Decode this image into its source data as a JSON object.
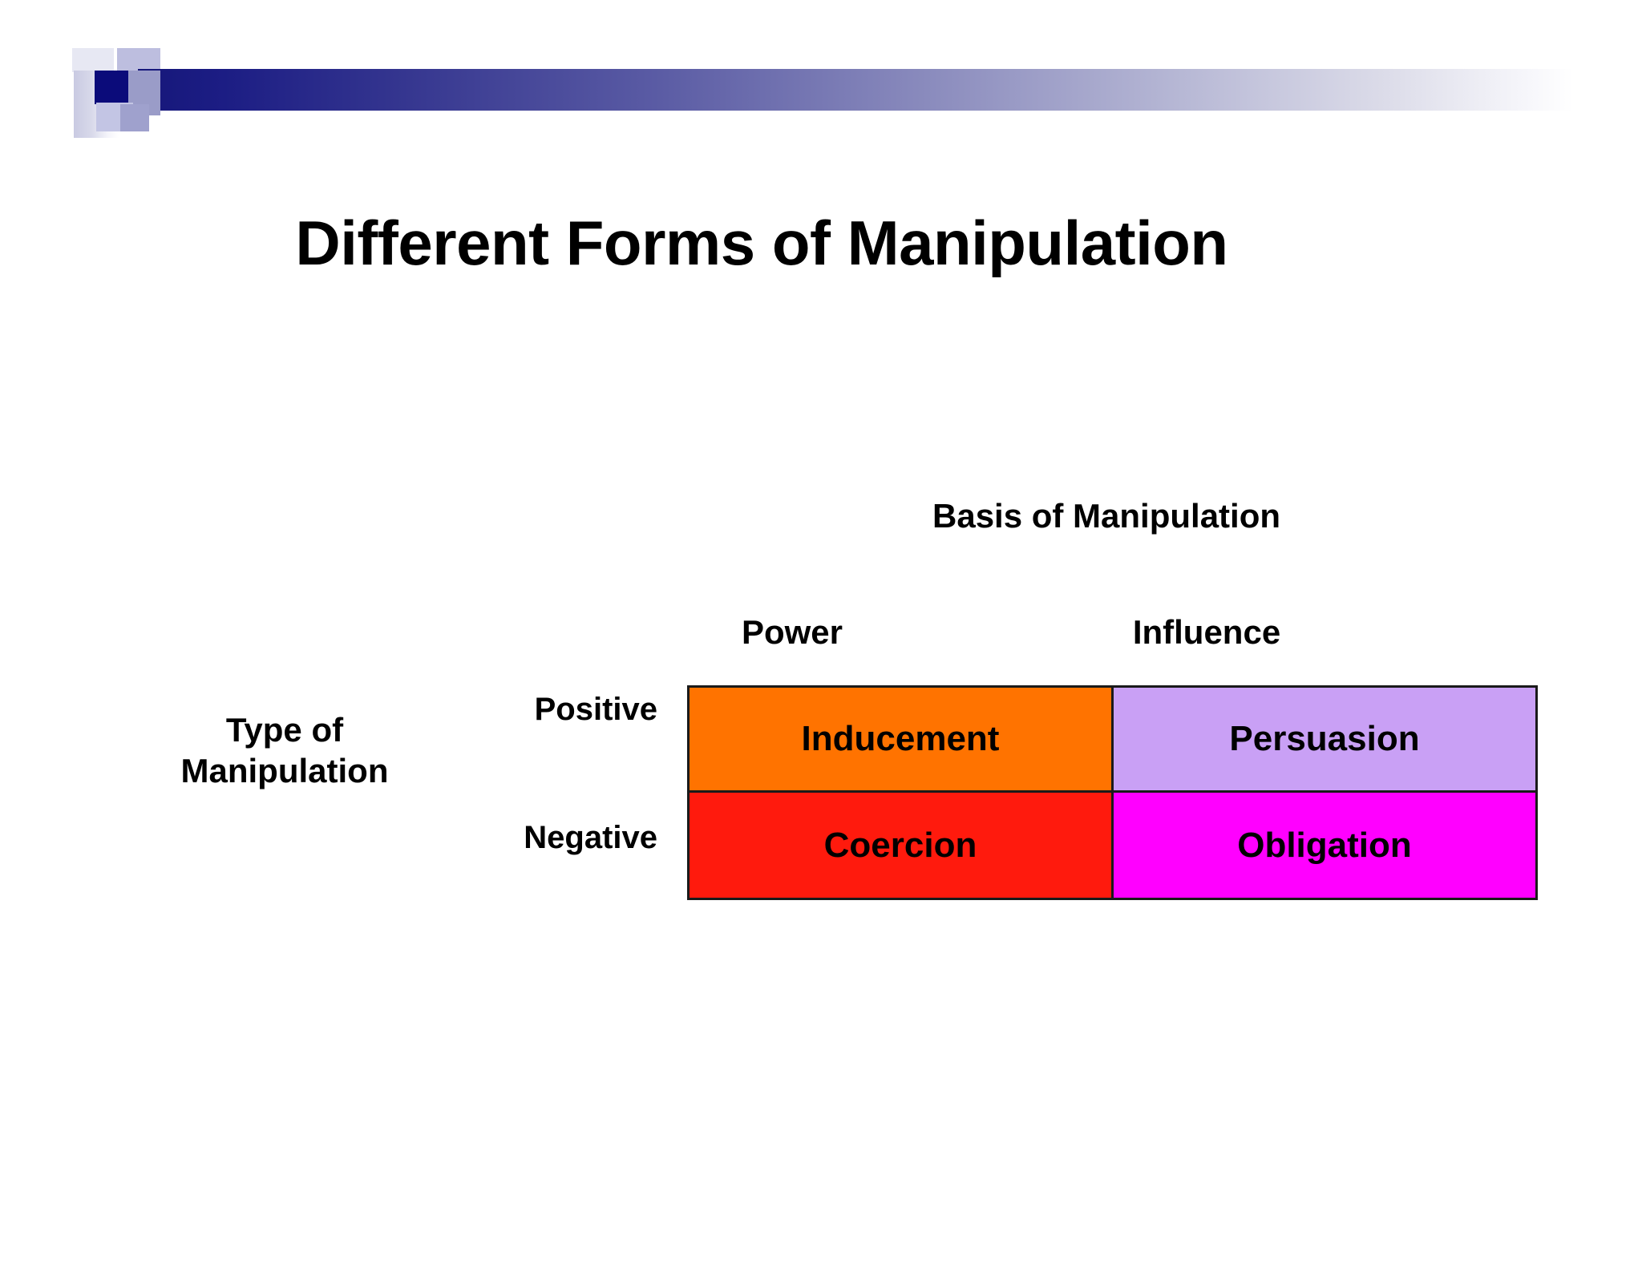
{
  "slide": {
    "title": "Different Forms of Manipulation",
    "background_color": "#FFFFFF"
  },
  "decoration": {
    "name": "gradient-banner",
    "gradient_from": "#16177A",
    "gradient_to": "#FFFFFF",
    "accent_square_color": "#0B0B7A",
    "lavender_square_color": "#B9BBDD"
  },
  "matrix": {
    "column_axis_title": "Basis of Manipulation",
    "row_axis_title_line1": "Type of",
    "row_axis_title_line2": "Manipulation",
    "columns": [
      "Power",
      "Influence"
    ],
    "rows": [
      "Positive",
      "Negative"
    ],
    "cells": [
      [
        {
          "label": "Inducement",
          "color": "#FF7300"
        },
        {
          "label": "Persuasion",
          "color": "#C9A0F5"
        }
      ],
      [
        {
          "label": "Coercion",
          "color": "#FF1A0D"
        },
        {
          "label": "Obligation",
          "color": "#FF00FF"
        }
      ]
    ],
    "border_color": "#1A1A1A"
  },
  "chart_data": {
    "type": "table",
    "title": "Different Forms of Manipulation",
    "xlabel": "Basis of Manipulation",
    "ylabel": "Type of Manipulation",
    "categories": [
      "Power",
      "Influence"
    ],
    "rows": [
      "Positive",
      "Negative"
    ],
    "values": [
      [
        "Inducement",
        "Persuasion"
      ],
      [
        "Coercion",
        "Obligation"
      ]
    ],
    "cell_colors": [
      [
        "#FF7300",
        "#C9A0F5"
      ],
      [
        "#FF1A0D",
        "#FF00FF"
      ]
    ],
    "grid": true,
    "legend": "none"
  }
}
